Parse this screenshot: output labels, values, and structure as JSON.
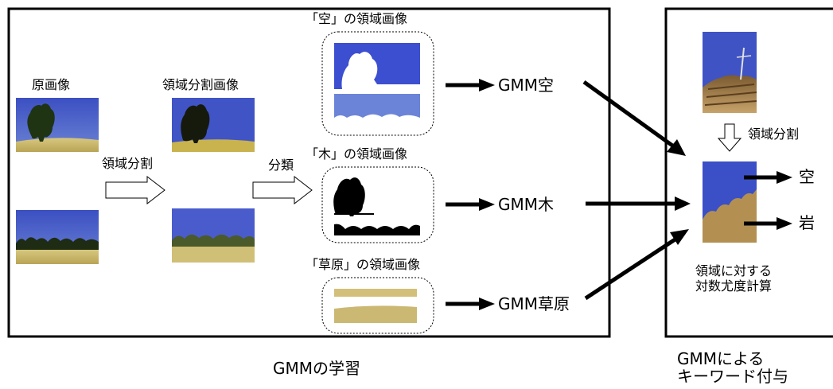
{
  "left_panel": {
    "caption": "GMMの学習",
    "original_label": "原画像",
    "segmented_label": "領域分割画像",
    "segment_step_label": "領域分割",
    "classify_label": "分類",
    "region_sky_label": "「空」の領域画像",
    "region_tree_label": "「木」の領域画像",
    "region_grass_label": "「草原」の領域画像",
    "gmm_sky": "GMM空",
    "gmm_tree": "GMM木",
    "gmm_grass": "GMM草原"
  },
  "right_panel": {
    "caption_line1": "GMMによる",
    "caption_line2": "キーワード付与",
    "segment_label": "領域分割",
    "likelihood_line1": "領域に対する",
    "likelihood_line2": "対数尤度計算",
    "keyword_sky": "空",
    "keyword_rock": "岩"
  },
  "colors": {
    "sky_blue": "#3d50c8",
    "sky_light": "#6f86d6",
    "grass": "#c9b768",
    "tree_dark": "#1c2a10",
    "rock": "#b08f4e",
    "frame": "#000000"
  }
}
